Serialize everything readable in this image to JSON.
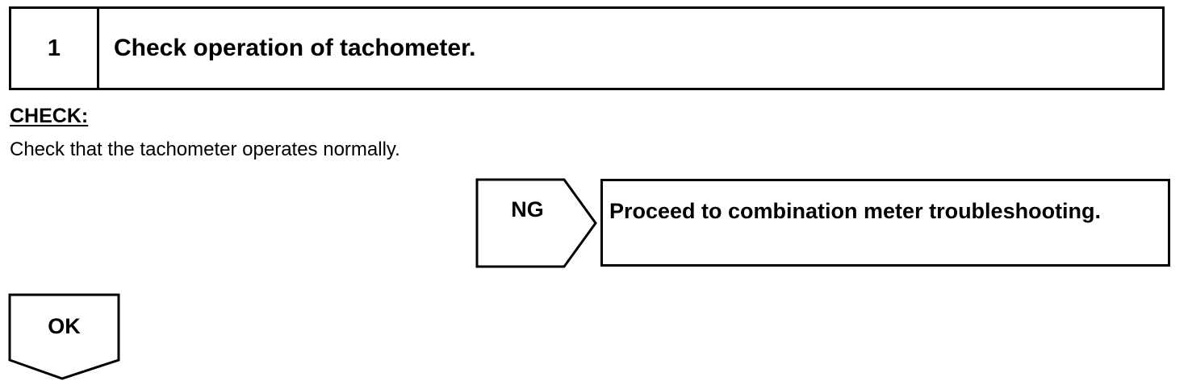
{
  "step": {
    "number": "1",
    "title": "Check operation of tachometer."
  },
  "check": {
    "heading": "CHECK:",
    "text": "Check that the tachometer operates normally."
  },
  "ng": {
    "label": "NG",
    "result": "Proceed to combination meter troubleshooting."
  },
  "ok": {
    "label": "OK"
  }
}
